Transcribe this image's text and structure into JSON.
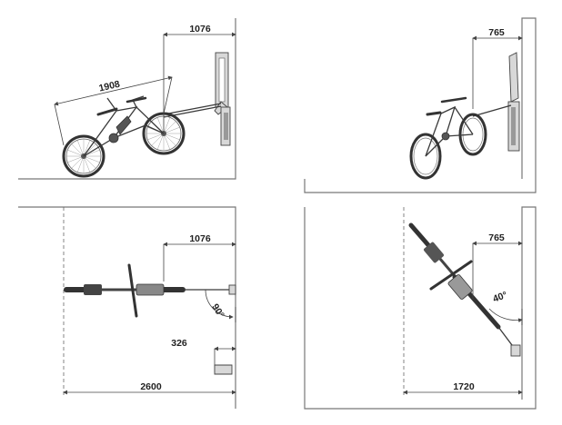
{
  "panels": {
    "top_left": {
      "dimensions": {
        "wall_offset": "1076",
        "bike_length": "1908"
      }
    },
    "top_right": {
      "dimensions": {
        "wall_offset": "765"
      }
    },
    "bottom_left": {
      "dimensions": {
        "wall_offset": "1076",
        "rack_depth": "326",
        "total_width": "2600"
      },
      "angle": "90°"
    },
    "bottom_right": {
      "dimensions": {
        "wall_offset": "765",
        "total_width": "1720"
      },
      "angle": "40°"
    }
  }
}
